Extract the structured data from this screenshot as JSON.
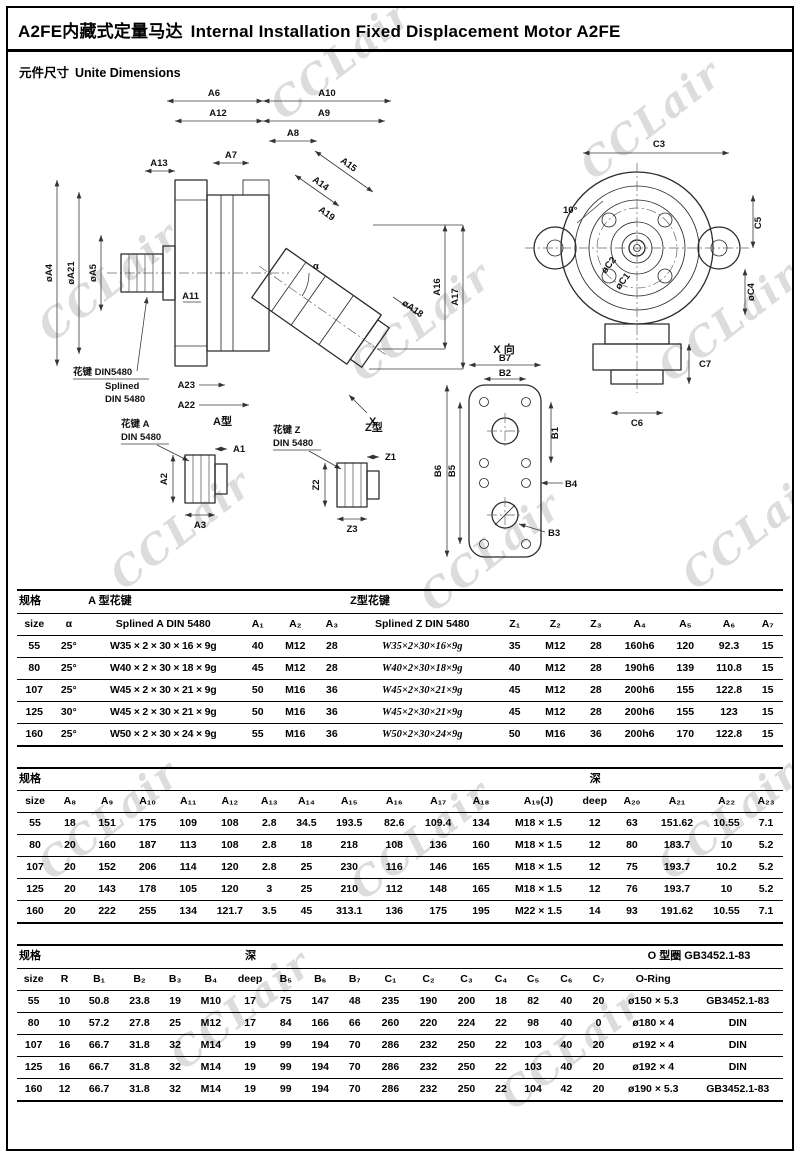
{
  "header": {
    "title_cn": "A2FE内藏式定量马达",
    "title_en": "Internal Installation Fixed Displacement Motor A2FE"
  },
  "section": {
    "label_cn": "元件尺寸",
    "label_en": "Unite Dimensions"
  },
  "watermark": {
    "text": "CCLair"
  },
  "drawing": {
    "side_view": {
      "dims": [
        "A6",
        "A10",
        "A12",
        "A9",
        "A8",
        "A13",
        "A7",
        "A15",
        "A14",
        "A19",
        "øA18",
        "A16",
        "A17",
        "øA4",
        "øA21",
        "øA5",
        "A11",
        "A23",
        "A22",
        "X",
        "α"
      ],
      "callout": [
        "花键 DIN5480",
        "Splined",
        "DIN 5480"
      ]
    },
    "front_view": {
      "dims": [
        "C3",
        "C5",
        "øC4",
        "øC2",
        "øC1",
        "10°",
        "C6",
        "C7"
      ]
    },
    "x_view": {
      "title": "X 向",
      "dims": [
        "B7",
        "B2",
        "B1",
        "B6",
        "B5",
        "B4",
        "B3"
      ]
    },
    "detail_a": {
      "callout": [
        "花键 A",
        "DIN 5480"
      ],
      "title": "A型",
      "dims": [
        "A2",
        "A1",
        "A3"
      ]
    },
    "detail_z": {
      "callout": [
        "花键 Z",
        "DIN 5480"
      ],
      "title": "Z型",
      "dims": [
        "Z2",
        "Z1",
        "Z3"
      ]
    }
  },
  "table1": {
    "group_headers": [
      {
        "label": "规格",
        "colspan": 2
      },
      {
        "label": "A 型花键",
        "colspan": 4
      },
      {
        "label": "Z型花键",
        "colspan": 8
      }
    ],
    "col_headers": [
      "size",
      "α",
      "Splined A DIN 5480",
      "A₁",
      "A₂",
      "A₃",
      "Splined Z DIN 5480",
      "Z₁",
      "Z₂",
      "Z₃",
      "A₄",
      "A₅",
      "A₆",
      "A₇"
    ],
    "rows": [
      [
        "55",
        "25°",
        "W35 × 2 × 30 × 16 × 9g",
        "40",
        "M12",
        "28",
        "W35×2×30×16×9g",
        "35",
        "M12",
        "28",
        "160h6",
        "120",
        "92.3",
        "15"
      ],
      [
        "80",
        "25°",
        "W40 × 2 × 30 × 18 × 9g",
        "45",
        "M12",
        "28",
        "W40×2×30×18×9g",
        "40",
        "M12",
        "28",
        "190h6",
        "139",
        "110.8",
        "15"
      ],
      [
        "107",
        "25°",
        "W45 × 2 × 30 × 21 × 9g",
        "50",
        "M16",
        "36",
        "W45×2×30×21×9g",
        "45",
        "M12",
        "28",
        "200h6",
        "155",
        "122.8",
        "15"
      ],
      [
        "125",
        "30°",
        "W45 × 2 × 30 × 21 × 9g",
        "50",
        "M16",
        "36",
        "W45×2×30×21×9g",
        "45",
        "M12",
        "28",
        "200h6",
        "155",
        "123",
        "15"
      ],
      [
        "160",
        "25°",
        "W50 × 2 × 30 × 24 × 9g",
        "55",
        "M16",
        "36",
        "W50×2×30×24×9g",
        "50",
        "M16",
        "36",
        "200h6",
        "170",
        "122.8",
        "15"
      ]
    ]
  },
  "table2": {
    "group_headers": [
      {
        "label": "规格",
        "colspan": 13
      },
      {
        "label": "深",
        "colspan": 1,
        "ctr": true
      },
      {
        "label": "",
        "colspan": 4
      }
    ],
    "col_headers": [
      "size",
      "A₈",
      "A₉",
      "A₁₀",
      "A₁₁",
      "A₁₂",
      "A₁₃",
      "A₁₄",
      "A₁₅",
      "A₁₆",
      "A₁₇",
      "A₁₈",
      "A₁₉(J)",
      "deep",
      "A₂₀",
      "A₂₁",
      "A₂₂",
      "A₂₃"
    ],
    "rows": [
      [
        "55",
        "18",
        "151",
        "175",
        "109",
        "108",
        "2.8",
        "34.5",
        "193.5",
        "82.6",
        "109.4",
        "134",
        "M18 × 1.5",
        "12",
        "63",
        "151.62",
        "10.55",
        "7.1"
      ],
      [
        "80",
        "20",
        "160",
        "187",
        "113",
        "108",
        "2.8",
        "18",
        "218",
        "108",
        "136",
        "160",
        "M18 × 1.5",
        "12",
        "80",
        "183.7",
        "10",
        "5.2"
      ],
      [
        "107",
        "20",
        "152",
        "206",
        "114",
        "120",
        "2.8",
        "25",
        "230",
        "116",
        "146",
        "165",
        "M18 × 1.5",
        "12",
        "75",
        "193.7",
        "10.2",
        "5.2"
      ],
      [
        "125",
        "20",
        "143",
        "178",
        "105",
        "120",
        "3",
        "25",
        "210",
        "112",
        "148",
        "165",
        "M18 × 1.5",
        "12",
        "76",
        "193.7",
        "10",
        "5.2"
      ],
      [
        "160",
        "20",
        "222",
        "255",
        "134",
        "121.7",
        "3.5",
        "45",
        "313.1",
        "136",
        "175",
        "195",
        "M22 × 1.5",
        "14",
        "93",
        "191.62",
        "10.55",
        "7.1"
      ]
    ]
  },
  "table3": {
    "group_headers": [
      {
        "label": "规格",
        "colspan": 6
      },
      {
        "label": "深",
        "colspan": 1,
        "ctr": true
      },
      {
        "label": "",
        "colspan": 10
      },
      {
        "label": "O 型圈 GB3452.1-83",
        "colspan": 2,
        "ctr": true
      }
    ],
    "col_headers": [
      "size",
      "R",
      "B₁",
      "B₂",
      "B₃",
      "B₄",
      "deep",
      "B₅",
      "B₆",
      "B₇",
      "C₁",
      "C₂",
      "C₃",
      "C₄",
      "C₅",
      "C₆",
      "C₇",
      "O-Ring",
      ""
    ],
    "rows": [
      [
        "55",
        "10",
        "50.8",
        "23.8",
        "19",
        "M10",
        "17",
        "75",
        "147",
        "48",
        "235",
        "190",
        "200",
        "18",
        "82",
        "40",
        "20",
        "ø150 × 5.3",
        "GB3452.1-83"
      ],
      [
        "80",
        "10",
        "57.2",
        "27.8",
        "25",
        "M12",
        "17",
        "84",
        "166",
        "66",
        "260",
        "220",
        "224",
        "22",
        "98",
        "40",
        "0",
        "ø180 × 4",
        "DIN"
      ],
      [
        "107",
        "16",
        "66.7",
        "31.8",
        "32",
        "M14",
        "19",
        "99",
        "194",
        "70",
        "286",
        "232",
        "250",
        "22",
        "103",
        "40",
        "20",
        "ø192 × 4",
        "DIN"
      ],
      [
        "125",
        "16",
        "66.7",
        "31.8",
        "32",
        "M14",
        "19",
        "99",
        "194",
        "70",
        "286",
        "232",
        "250",
        "22",
        "103",
        "40",
        "20",
        "ø192 × 4",
        "DIN"
      ],
      [
        "160",
        "12",
        "66.7",
        "31.8",
        "32",
        "M14",
        "19",
        "99",
        "194",
        "70",
        "286",
        "232",
        "250",
        "22",
        "104",
        "42",
        "20",
        "ø190 × 5.3",
        "GB3452.1-83"
      ]
    ]
  }
}
